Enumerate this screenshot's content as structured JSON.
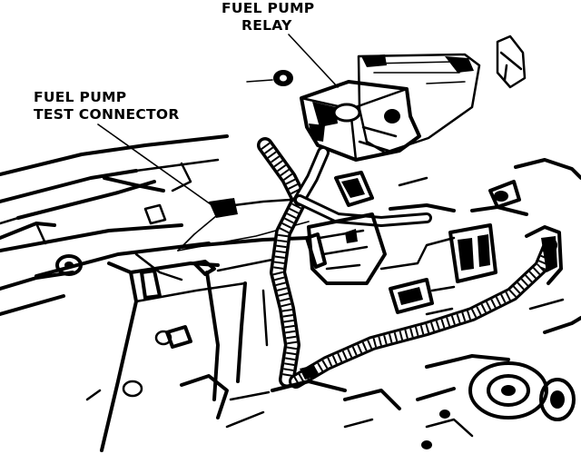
{
  "labels": {
    "relay_line1": "FUEL PUMP",
    "relay_line2": "RELAY",
    "test_line1": "FUEL PUMP",
    "test_line2": "TEST CONNECTOR"
  }
}
